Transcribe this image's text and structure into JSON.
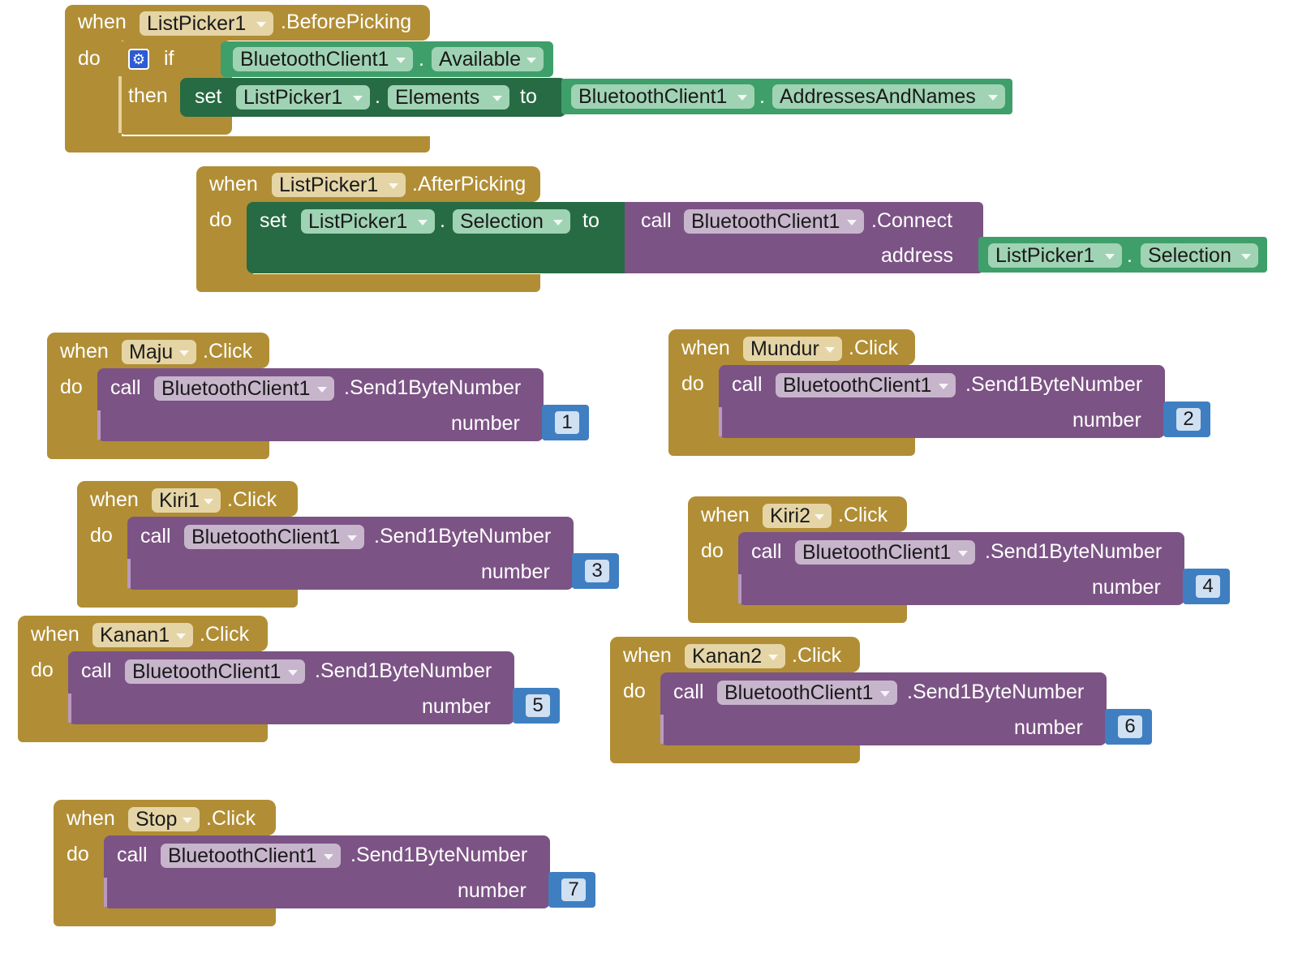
{
  "blocks": {
    "before_picking": {
      "when": "when",
      "component": "ListPicker1",
      "event": ".BeforePicking",
      "do": "do",
      "if": "if",
      "then": "then",
      "cond_component": "BluetoothClient1",
      "cond_dot": ".",
      "cond_property": "Available",
      "set": "set",
      "set_component": "ListPicker1",
      "set_dot": ".",
      "set_property": "Elements",
      "to": "to",
      "value_component": "BluetoothClient1",
      "value_dot": ".",
      "value_property": "AddressesAndNames"
    },
    "after_picking": {
      "when": "when",
      "component": "ListPicker1",
      "event": ".AfterPicking",
      "do": "do",
      "set": "set",
      "set_component": "ListPicker1",
      "set_dot": ".",
      "set_property": "Selection",
      "to": "to",
      "call": "call",
      "call_component": "BluetoothClient1",
      "method": ".Connect",
      "address_label": "address",
      "arg_component": "ListPicker1",
      "arg_dot": ".",
      "arg_property": "Selection"
    },
    "click_handlers": [
      {
        "when": "when",
        "component": "Maju",
        "event": ".Click",
        "do": "do",
        "call": "call",
        "call_component": "BluetoothClient1",
        "method": ".Send1ByteNumber",
        "arg_label": "number",
        "value": "1"
      },
      {
        "when": "when",
        "component": "Mundur",
        "event": ".Click",
        "do": "do",
        "call": "call",
        "call_component": "BluetoothClient1",
        "method": ".Send1ByteNumber",
        "arg_label": "number",
        "value": "2"
      },
      {
        "when": "when",
        "component": "Kiri1",
        "event": ".Click",
        "do": "do",
        "call": "call",
        "call_component": "BluetoothClient1",
        "method": ".Send1ByteNumber",
        "arg_label": "number",
        "value": "3"
      },
      {
        "when": "when",
        "component": "Kiri2",
        "event": ".Click",
        "do": "do",
        "call": "call",
        "call_component": "BluetoothClient1",
        "method": ".Send1ByteNumber",
        "arg_label": "number",
        "value": "4"
      },
      {
        "when": "when",
        "component": "Kanan1",
        "event": ".Click",
        "do": "do",
        "call": "call",
        "call_component": "BluetoothClient1",
        "method": ".Send1ByteNumber",
        "arg_label": "number",
        "value": "5"
      },
      {
        "when": "when",
        "component": "Kanan2",
        "event": ".Click",
        "do": "do",
        "call": "call",
        "call_component": "BluetoothClient1",
        "method": ".Send1ByteNumber",
        "arg_label": "number",
        "value": "6"
      },
      {
        "when": "when",
        "component": "Stop",
        "event": ".Click",
        "do": "do",
        "call": "call",
        "call_component": "BluetoothClient1",
        "method": ".Send1ByteNumber",
        "arg_label": "number",
        "value": "7"
      }
    ]
  },
  "colors": {
    "event": "#b18e35",
    "procedure": "#7c5385",
    "setter": "#266b43",
    "getter": "#3f9f6a",
    "math": "#3f7fc1",
    "control": "#b18e35"
  },
  "icons": {
    "mutator": "gear-icon",
    "dropdown": "dropdown-arrow-icon"
  }
}
